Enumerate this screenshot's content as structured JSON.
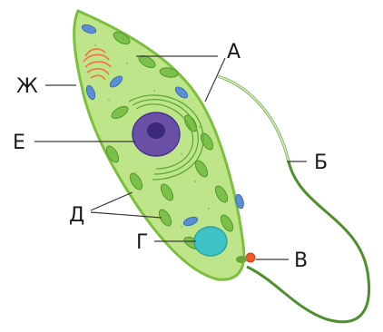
{
  "labels": {
    "a": "А",
    "b": "Б",
    "v": "В",
    "g": "Г",
    "d": "Д",
    "e": "Е",
    "zh": "Ж"
  },
  "colors": {
    "cytoplasm": "#bfe58a",
    "membrane": "#7dbf3f",
    "chloroplast": "#7cc04a",
    "chloroplast_edge": "#4f9a2c",
    "nucleus": "#6a4fa6",
    "nucleolus": "#3c2a7a",
    "vacuole": "#3fc3c4",
    "eyespot": "#ef5a2a",
    "flagellum": "#4f8f2c",
    "mitochondrion": "#5a8fd6",
    "golgi": "#ff6a3a"
  }
}
